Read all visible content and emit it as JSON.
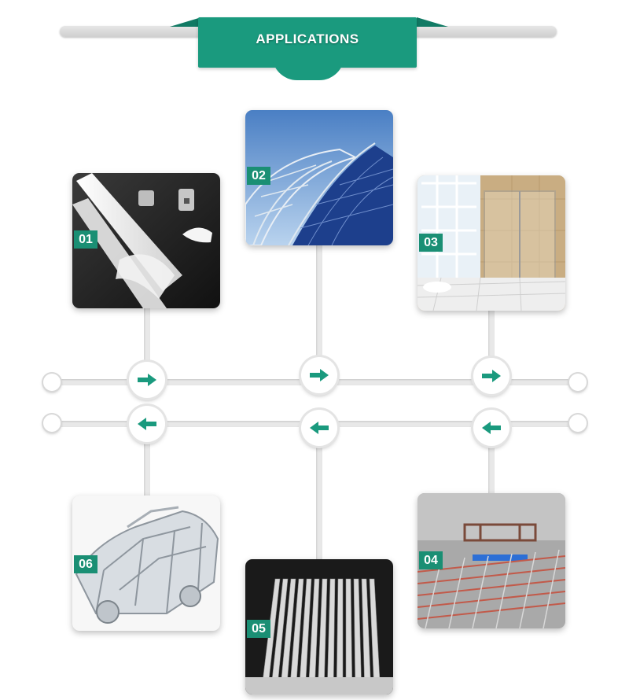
{
  "header": {
    "title": "APPLICATIONS"
  },
  "colors": {
    "accent": "#1a9a7e",
    "badge": "#1a8f74",
    "line": "#e8e8e8"
  },
  "applications": [
    {
      "number": "01",
      "image": "led-profile-diffuser-photo"
    },
    {
      "number": "02",
      "image": "solar-panel-structure-photo"
    },
    {
      "number": "03",
      "image": "shower-enclosure-photo"
    },
    {
      "number": "04",
      "image": "steel-frame-construction-photo"
    },
    {
      "number": "05",
      "image": "aluminum-heatsink-photo"
    },
    {
      "number": "06",
      "image": "car-body-frame-photo"
    }
  ],
  "timeline": {
    "top_row_arrows": [
      "arrow-right-icon",
      "arrow-right-icon",
      "arrow-right-icon"
    ],
    "bottom_row_arrows": [
      "arrow-left-icon",
      "arrow-left-icon",
      "arrow-left-icon"
    ]
  }
}
